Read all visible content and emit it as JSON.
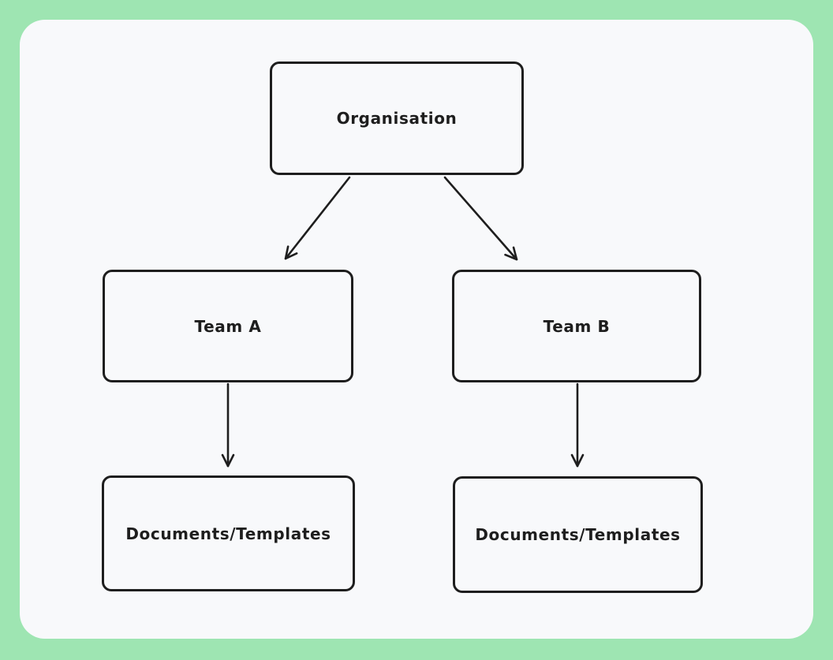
{
  "page": {
    "type": "hand-drawn flow diagram",
    "frame_color": "#9ee5b2",
    "canvas_color": "#f8f9fb",
    "stroke_color": "#1e1e1e"
  },
  "diagram": {
    "nodes": {
      "organisation": {
        "label": "Organisation"
      },
      "team_a": {
        "label": "Team A"
      },
      "team_b": {
        "label": "Team B"
      },
      "docs_a": {
        "label": "Documents/Templates"
      },
      "docs_b": {
        "label": "Documents/Templates"
      }
    },
    "edges": [
      {
        "from": "organisation",
        "to": "team_a",
        "style": "arrow"
      },
      {
        "from": "organisation",
        "to": "team_b",
        "style": "arrow"
      },
      {
        "from": "team_a",
        "to": "docs_a",
        "style": "arrow"
      },
      {
        "from": "team_b",
        "to": "docs_b",
        "style": "arrow"
      }
    ]
  }
}
